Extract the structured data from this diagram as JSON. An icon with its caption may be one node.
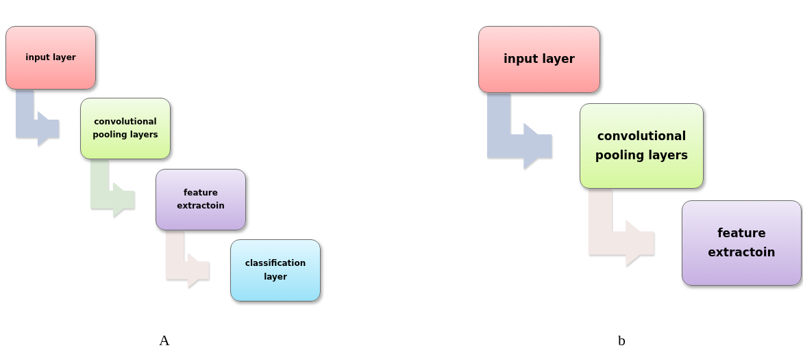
{
  "diagram": {
    "nodes": [
      {
        "text": [
          "input layer"
        ]
      },
      {
        "text": [
          "convolutional pooling layers"
        ]
      },
      {
        "text": [
          "feature extractoin"
        ]
      },
      {
        "text": [
          "classification layer"
        ]
      },
      {
        "text": [
          "input layer"
        ]
      },
      {
        "text": [
          "convolutional pooling layers"
        ]
      },
      {
        "text": [
          "feature extractoin"
        ]
      }
    ],
    "edges": [
      {
        "from": 0,
        "to": 1,
        "arrow": "to",
        "color": "#c0cbe0"
      },
      {
        "from": 1,
        "to": 2,
        "arrow": "to",
        "color": "#d8e8d4"
      },
      {
        "from": 2,
        "to": 3,
        "arrow": "to",
        "color": "#f2e8e6"
      },
      {
        "from": 4,
        "to": 5,
        "arrow": "to",
        "color": "#c0cbe0"
      },
      {
        "from": 5,
        "to": 6,
        "arrow": "to",
        "color": "#f2e8e6"
      }
    ],
    "labels": [
      "A",
      "b"
    ]
  }
}
